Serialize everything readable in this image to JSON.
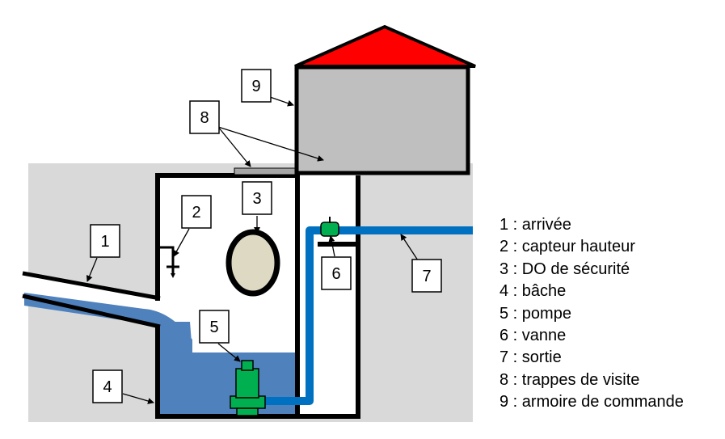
{
  "callouts": [
    "1",
    "2",
    "3",
    "4",
    "5",
    "6",
    "7",
    "8",
    "9"
  ],
  "legend": [
    "1 : arrivée",
    "2 : capteur hauteur",
    "3 : DO de sécurité",
    "4 : bâche",
    "5 : pompe",
    "6 : vanne",
    "7 : sortie",
    "8 : trappes de visite",
    "9 : armoire de commande"
  ],
  "colors": {
    "ground": "#d9d9d9",
    "water": "#4f81bd",
    "pipe": "#0070c0",
    "pump": "#00b050",
    "cabinet": "#bfbfbf",
    "roof": "#ff0000",
    "overflow_fill": "#ddd9c3",
    "outline": "#000000"
  }
}
